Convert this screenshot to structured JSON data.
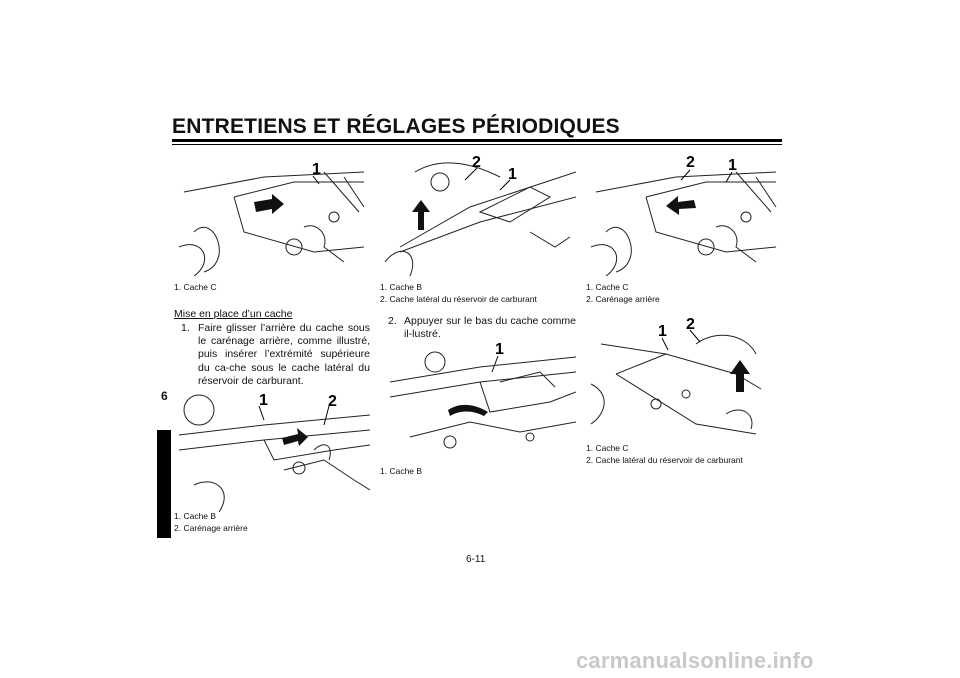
{
  "header": {
    "title": "ENTRETIENS ET RÉGLAGES PÉRIODIQUES"
  },
  "tab": {
    "chapter": "6"
  },
  "figures": {
    "fig1": {
      "callouts": [
        "1"
      ],
      "captions": [
        "1.  Cache C"
      ]
    },
    "fig2": {
      "callouts": [
        "1",
        "2"
      ],
      "captions": [
        "1.  Cache B",
        "2.  Carénage arrière"
      ]
    },
    "fig3": {
      "callouts": [
        "2",
        "1"
      ],
      "captions": [
        "1.  Cache B",
        "2.  Cache latéral du réservoir de carburant"
      ]
    },
    "fig4": {
      "callouts": [
        "1"
      ],
      "captions": [
        "1.  Cache B"
      ]
    },
    "fig5": {
      "callouts": [
        "2",
        "1"
      ],
      "captions": [
        "1.  Cache C",
        "2.  Carénage arrière"
      ]
    },
    "fig6": {
      "callouts": [
        "1",
        "2"
      ],
      "captions": [
        "1.  Cache C",
        "2.  Cache latéral du réservoir de carburant"
      ]
    }
  },
  "section": {
    "heading": "Mise en place d’un cache",
    "step1_num": "1.",
    "step1_text": "Faire glisser l’arrière du cache sous le carénage arrière, comme illustré, puis insérer l’extrémité supérieure du ca-che sous le cache latéral du réservoir de carburant.",
    "step2_num": "2.",
    "step2_text": "Appuyer sur le bas du cache comme il-lustré."
  },
  "footer": {
    "page": "6-11",
    "watermark": "carmanualsonline.info"
  }
}
